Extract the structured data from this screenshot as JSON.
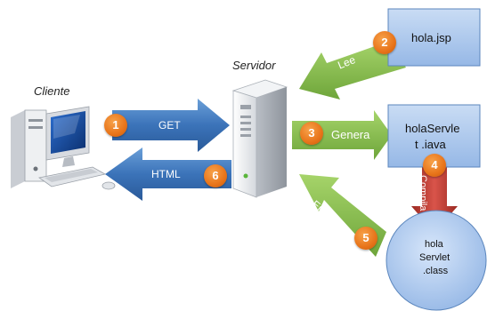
{
  "labels": {
    "cliente": "Cliente",
    "servidor": "Servidor"
  },
  "boxes": {
    "jsp": "hola.jsp",
    "java_line1": "holaServle",
    "java_line2": "t .iava",
    "class_line1": "hola",
    "class_line2": "Servlet",
    "class_line3": ".class"
  },
  "arrows": {
    "get": "GET",
    "html": "HTML",
    "lee": "Lee",
    "genera": "Genera",
    "compila": "Compila",
    "ejecuta": "Ejecuta"
  },
  "badges": {
    "b1": "1",
    "b2": "2",
    "b3": "3",
    "b4": "4",
    "b5": "5",
    "b6": "6"
  },
  "colors": {
    "blue_arrow": "#3b73b9",
    "green_arrow": "#7cb342",
    "red_arrow": "#c0392b",
    "box_fill": "#a9c6ec",
    "badge": "#e8741a"
  }
}
